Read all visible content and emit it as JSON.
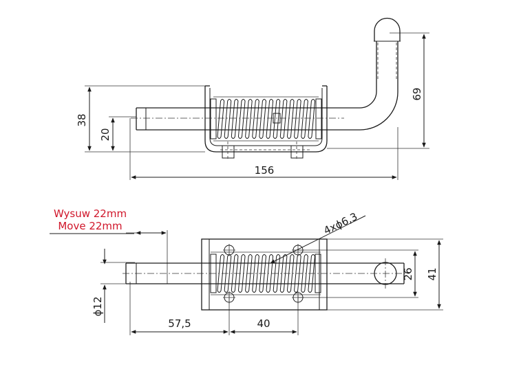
{
  "note": {
    "line1": "Wysuw 22mm",
    "line2": "Move 22mm",
    "color": "#d0162a"
  },
  "side_view": {
    "dims": {
      "total_length": "156",
      "height": "38",
      "pin_center": "20",
      "handle_height": "69"
    }
  },
  "top_view": {
    "dims": {
      "holes": "4xϕ6,3",
      "pin_diameter": "ϕ12",
      "pin_offset": "57,5",
      "hole_spacing": "40",
      "hole_row_spacing": "26",
      "width": "41"
    }
  },
  "colors": {
    "line": "#1a1a1a",
    "accent": "#d0162a"
  }
}
